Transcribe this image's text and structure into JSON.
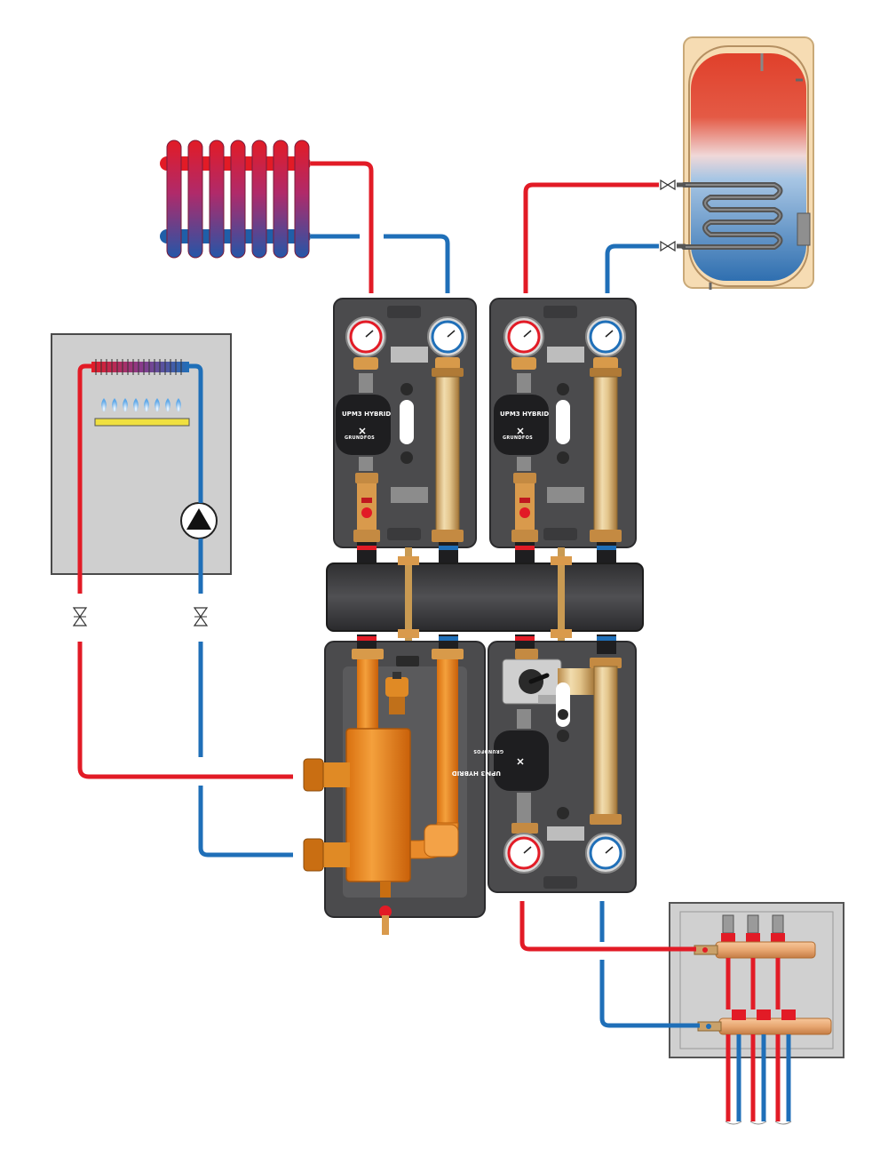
{
  "colors": {
    "hot": "#e21b26",
    "cold": "#1f6fb8",
    "insulation": "#4b4b4d",
    "brass": "#d8a45a",
    "copper": "#e9a05b",
    "separator": "#ee8b1d",
    "boiler_box": "#cfcfcf",
    "manifold_box": "#d0d0d0",
    "tank_shell": "#f6dcb3"
  },
  "pump_groups": [
    {
      "pump_label": "UPM3 HYBRID",
      "pump_brand": "GRUNDFOS",
      "position": "upper-left"
    },
    {
      "pump_label": "UPM3 HYBRID",
      "pump_brand": "GRUNDFOS",
      "position": "upper-right"
    },
    {
      "pump_label": "UPM3 HYBRID",
      "pump_brand": "GRUNDFOS",
      "position": "lower-right",
      "flipped": true
    }
  ],
  "components": [
    "radiator",
    "boiler",
    "hot-water-tank",
    "hydraulic-separator",
    "distribution-header",
    "underfloor-manifold",
    "mixing-valve"
  ]
}
